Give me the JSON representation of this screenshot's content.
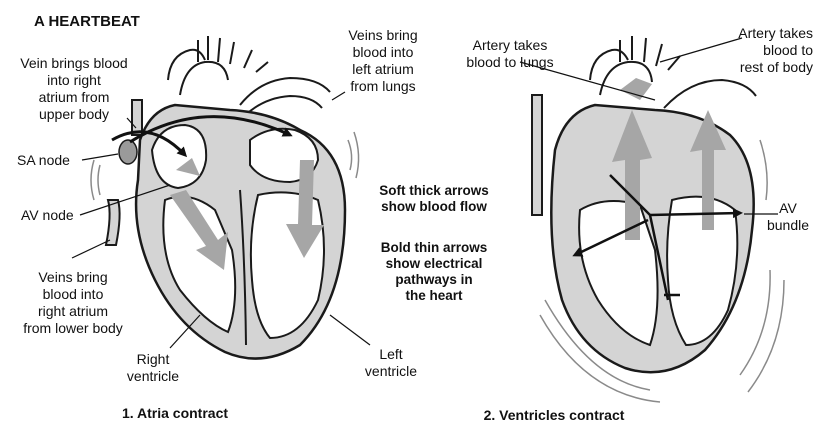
{
  "title": "A HEARTBEAT",
  "colors": {
    "tissue": "#d4d4d4",
    "outline": "#1a1a1a",
    "flow_arrow": "#a6a6a6",
    "background": "#ffffff"
  },
  "panel1": {
    "caption": "1. Atria contract",
    "labels": {
      "vein_upper": "Vein brings blood\ninto right\natrium from\nupper body",
      "veins_lungs": "Veins bring\nblood into\nleft atrium\nfrom lungs",
      "sa_node": "SA node",
      "av_node": "AV node",
      "veins_lower": "Veins bring\nblood into\nright atrium\nfrom lower body",
      "right_ventricle": "Right\nventricle",
      "left_ventricle": "Left\nventricle"
    }
  },
  "panel2": {
    "caption": "2. Ventricles contract",
    "labels": {
      "artery_lungs": "Artery takes\nblood to lungs",
      "artery_body": "Artery takes\nblood to\nrest of body",
      "av_bundle": "AV\nbundle"
    }
  },
  "notes": {
    "flow": "Soft thick arrows\nshow blood flow",
    "electric": "Bold thin arrows\nshow electrical\npathways in\nthe heart"
  }
}
